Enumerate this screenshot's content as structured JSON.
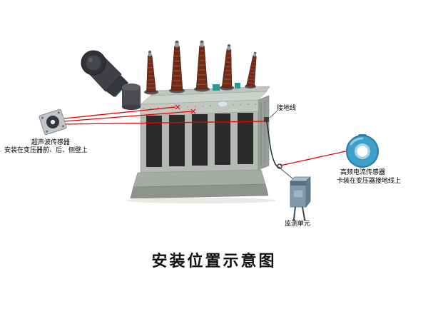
{
  "diagram": {
    "title": "安装位置示意图",
    "annotations": {
      "ultrasonic_sensor": {
        "line1": "超声波传感器",
        "line2": "安装在变压器前、后、侧壁上"
      },
      "hf_current_sensor": {
        "line1": "高频电流传感器",
        "line2": "卡装在变压器接地线上"
      },
      "ground_wire": "接地线",
      "monitoring_unit": "监测单元"
    },
    "colors": {
      "background": "#ffffff",
      "connector_line": "#e80000",
      "transformer_body": "#b5b9b3",
      "transformer_fins": "#2b2b2b",
      "bushing": "#6e2c18",
      "hf_sensor_ring": "#3f9fc8",
      "monitoring_unit_box": "#8099ab"
    }
  }
}
